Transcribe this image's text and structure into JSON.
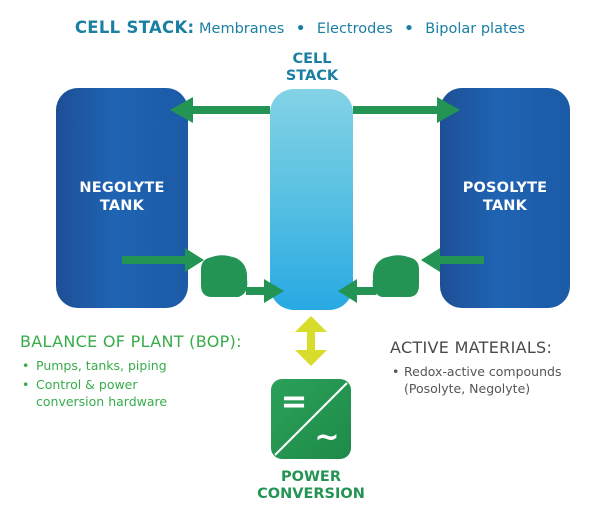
{
  "header": {
    "title": "CELL STACK:",
    "items": [
      "Membranes",
      "Electrodes",
      "Bipolar plates"
    ]
  },
  "cell_stack": {
    "line1": "CELL",
    "line2": "STACK"
  },
  "negolyte_tank": {
    "line1": "NEGOLYTE",
    "line2": "TANK"
  },
  "posolyte_tank": {
    "line1": "POSOLYTE",
    "line2": "TANK"
  },
  "power_conversion": {
    "line1": "POWER",
    "line2": "CONVERSION",
    "dc_symbol": "=",
    "ac_symbol": "~"
  },
  "bop": {
    "title": "BALANCE OF PLANT (BOP):",
    "items": [
      {
        "line1": "Pumps, tanks, piping"
      },
      {
        "line1": "Control & power",
        "line2": "conversion hardware"
      }
    ]
  },
  "active_materials": {
    "title": "ACTIVE MATERIALS:",
    "items": [
      {
        "line1": "Redox-active compounds",
        "line2": "(Posolyte, Negolyte)"
      }
    ]
  },
  "colors": {
    "tank_blue": "#1f5fae",
    "stack_cyan": "#5cc3e2",
    "flow_green": "#239453",
    "power_link_yellow": "#d8dc2a",
    "header_teal": "#1a7fa3",
    "bop_green": "#37ac4a",
    "text_gray": "#4a4a4a"
  }
}
